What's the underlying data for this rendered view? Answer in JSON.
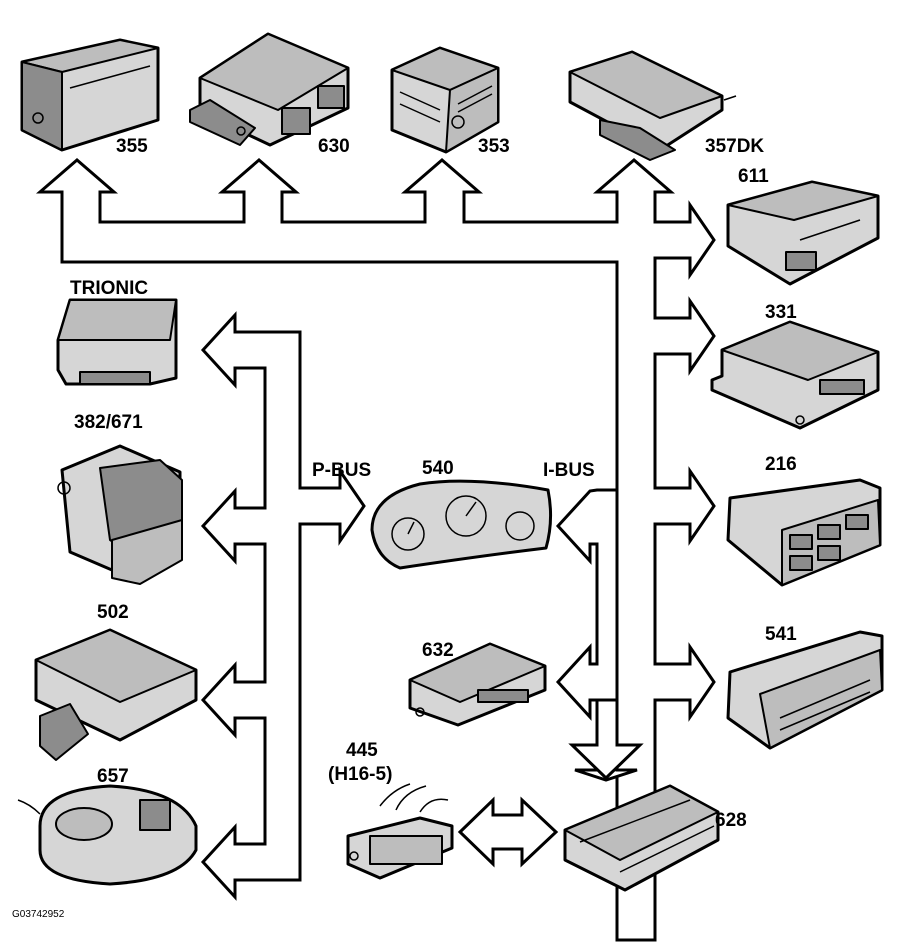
{
  "figure_id": "G03742952",
  "buses": {
    "p_bus": "P-BUS",
    "i_bus": "I-BUS"
  },
  "modules": {
    "m355": "355",
    "m630": "630",
    "m353": "353",
    "m357dk": "357DK",
    "m611": "611",
    "m331": "331",
    "m216": "216",
    "m541": "541",
    "m628": "628",
    "m632": "632",
    "m540": "540",
    "trionic": "TRIONIC",
    "m382": "382/671",
    "m502": "502",
    "m657": "657",
    "m445": "445",
    "m445_sub": "(H16-5)"
  },
  "colors": {
    "outline": "#000000",
    "fill": "#d6d6d6",
    "background": "#ffffff"
  }
}
